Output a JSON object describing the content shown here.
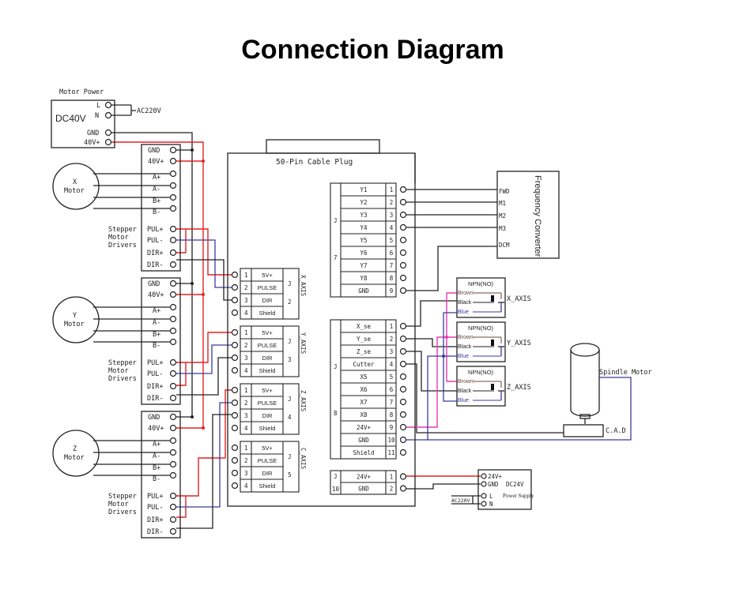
{
  "title": "Connection Diagram",
  "colors": {
    "wire_black": "#222222",
    "wire_red": "#e02424",
    "wire_blue": "#3b3b9e",
    "wire_pink": "#e83ab0"
  },
  "motor_power": {
    "caption": "Motor Power",
    "label": "DC40V",
    "terminals": [
      "L",
      "N",
      "GND",
      "40V+"
    ],
    "input_label": "AC220V"
  },
  "drivers": [
    {
      "motor": "X",
      "motor_label": "Motor"
    },
    {
      "motor": "Y",
      "motor_label": "Motor"
    },
    {
      "motor": "Z",
      "motor_label": "Motor"
    }
  ],
  "driver_caption": [
    "Stepper",
    "Motor",
    "Drivers"
  ],
  "driver_terminals": [
    "GND",
    "40V+",
    "A+",
    "A-",
    "B+",
    "B-",
    "PUL+",
    "PUL-",
    "DIR+",
    "DIR-"
  ],
  "plug": {
    "title": "50-Pin Cable Plug",
    "axis_connectors": [
      {
        "j": "J",
        "num": "2",
        "axis": "X_AXIS"
      },
      {
        "j": "J",
        "num": "3",
        "axis": "Y_AXIS"
      },
      {
        "j": "J",
        "num": "4",
        "axis": "Z_AXIS"
      },
      {
        "j": "J",
        "num": "5",
        "axis": "C_AXIS"
      }
    ],
    "axis_pins": [
      {
        "num": "1",
        "label": "5V+"
      },
      {
        "num": "2",
        "label": "PULSE"
      },
      {
        "num": "3",
        "label": "DIR"
      },
      {
        "num": "4",
        "label": "Shield"
      }
    ],
    "j7": {
      "j": "J",
      "num": "7",
      "pins": [
        {
          "num": "1",
          "label": "Y1"
        },
        {
          "num": "2",
          "label": "Y2"
        },
        {
          "num": "3",
          "label": "Y3"
        },
        {
          "num": "4",
          "label": "Y4"
        },
        {
          "num": "5",
          "label": "Y5"
        },
        {
          "num": "6",
          "label": "Y6"
        },
        {
          "num": "7",
          "label": "Y7"
        },
        {
          "num": "8",
          "label": "Y8"
        },
        {
          "num": "9",
          "label": "GND"
        }
      ]
    },
    "j8": {
      "j": "J",
      "num": "8",
      "pins": [
        {
          "num": "1",
          "label": "X_se"
        },
        {
          "num": "2",
          "label": "Y_se"
        },
        {
          "num": "3",
          "label": "Z_se"
        },
        {
          "num": "4",
          "label": "Cutter"
        },
        {
          "num": "5",
          "label": "X5"
        },
        {
          "num": "6",
          "label": "X6"
        },
        {
          "num": "7",
          "label": "X7"
        },
        {
          "num": "8",
          "label": "X8"
        },
        {
          "num": "9",
          "label": "24V+"
        },
        {
          "num": "10",
          "label": "GND"
        },
        {
          "num": "11",
          "label": "Shield"
        }
      ]
    },
    "j10": {
      "j": "J",
      "num": "10",
      "pins": [
        {
          "num": "1",
          "label": "24V+"
        },
        {
          "num": "2",
          "label": "GND"
        }
      ]
    }
  },
  "frequency_converter": {
    "title": "Frequency Converter",
    "terminals": [
      "FWD",
      "M1",
      "M2",
      "M3",
      "DCM"
    ]
  },
  "sensors": [
    {
      "type": "NPN(NO)",
      "axis": "X_AXIS",
      "wires": [
        "Brown",
        "Black",
        "Blue"
      ]
    },
    {
      "type": "NPN(NO)",
      "axis": "Y_AXIS",
      "wires": [
        "Brown",
        "Black",
        "Blue"
      ]
    },
    {
      "type": "NPN(NO)",
      "axis": "Z_AXIS",
      "wires": [
        "Brown",
        "Black",
        "Blue"
      ]
    }
  ],
  "spindle": {
    "label": "Spindle Motor",
    "cad_label": "C.A.D"
  },
  "power_supply_24v": {
    "terminals": [
      "24V+",
      "GND",
      "L",
      "N"
    ],
    "label": "DC24V",
    "caption": "Power Supply",
    "input_label": "AC220V"
  }
}
